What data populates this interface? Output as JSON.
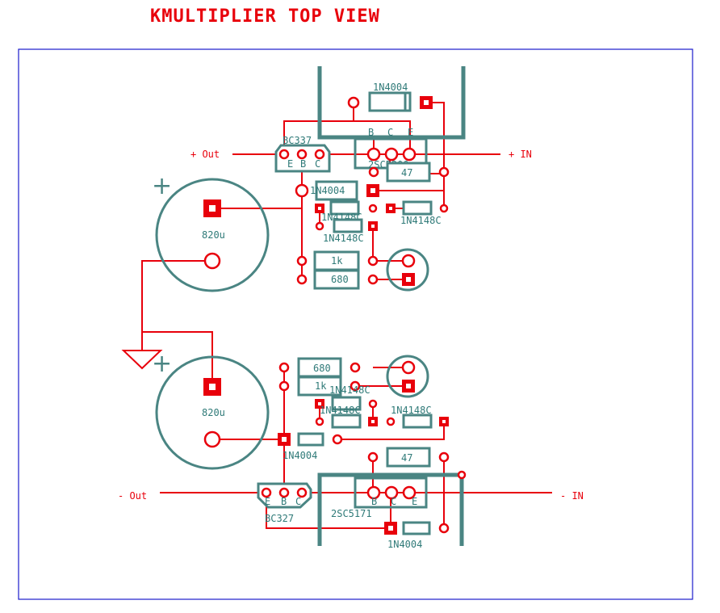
{
  "title": "KMULTIPLIER TOP VIEW",
  "colors": {
    "trace": "#e8000b",
    "silkscreen": "#4a8583",
    "board_outline": "#1a1acc"
  },
  "top": {
    "out_label": "+ Out",
    "in_label": "+ IN",
    "small_transistor": {
      "name": "BC337",
      "pins": [
        "E",
        "B",
        "C"
      ]
    },
    "power_transistor": {
      "name": "2SC5200",
      "pins": [
        "B",
        "C",
        "E"
      ]
    },
    "capacitor": {
      "value": "820u",
      "polarity": "+"
    },
    "diode_main": "1N4004",
    "diode_rail": "1N4004",
    "signal_diode_a": "1N4148C",
    "signal_diode_b": "1N4148C",
    "signal_diode_c": "1N4148C",
    "resistor_emitter": "47",
    "resistor_1k": "1k",
    "resistor_680": "680"
  },
  "bottom": {
    "out_label": "- Out",
    "in_label": "- IN",
    "small_transistor": {
      "name": "BC327",
      "pins": [
        "E",
        "B",
        "C"
      ]
    },
    "power_transistor": {
      "name": "2SC5171",
      "pins": [
        "B",
        "C",
        "E"
      ]
    },
    "capacitor": {
      "value": "820u",
      "polarity": "+"
    },
    "diode_main": "1N4004",
    "diode_rail": "1N4004",
    "signal_diode_a": "1N4148C",
    "signal_diode_b": "1N4148C",
    "signal_diode_c": "1N4148C",
    "resistor_emitter": "47",
    "resistor_1k": "1k",
    "resistor_680": "680"
  }
}
